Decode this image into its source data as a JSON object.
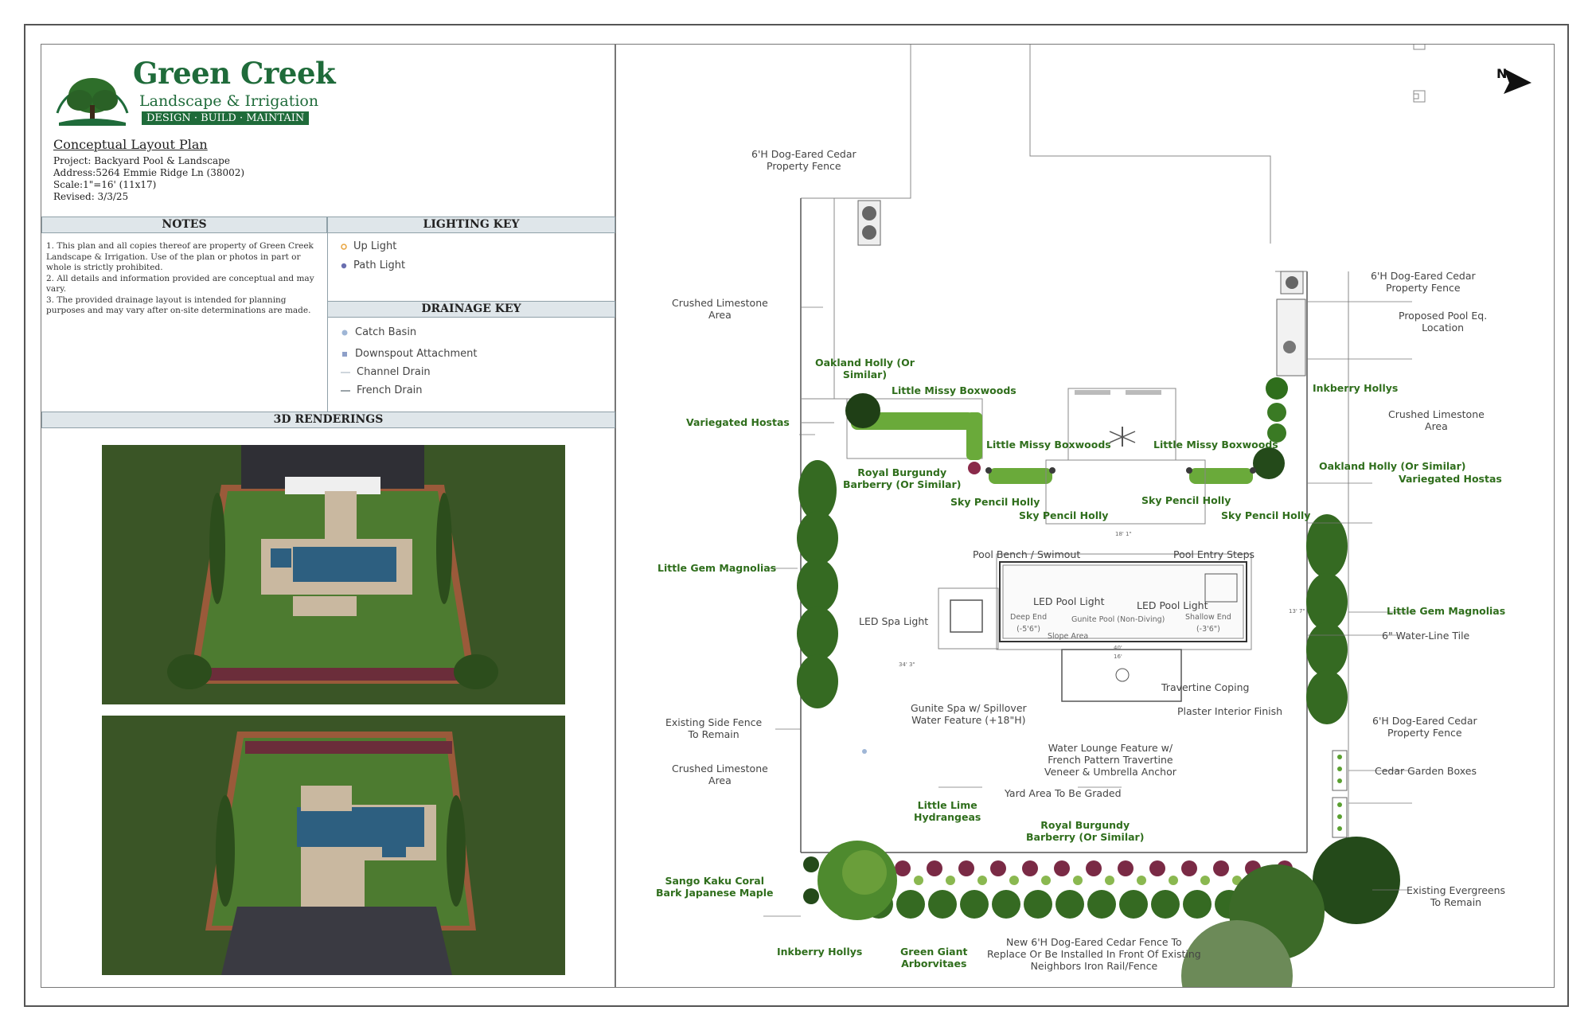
{
  "company": {
    "name": "Green Creek",
    "subtitle": "Landscape & Irrigation",
    "tagline": "DESIGN · BUILD · MAINTAIN"
  },
  "project": {
    "title": "Conceptual Layout Plan",
    "project_line": "Project: Backyard Pool & Landscape",
    "address_line": "Address:5264 Emmie Ridge Ln (38002)",
    "scale_line": "Scale:1\"=16' (11x17)",
    "revised_line": "Revised: 3/3/25"
  },
  "notes": {
    "heading": "NOTES",
    "text": "1. This plan and all copies thereof are property of Green Creek Landscape & Irrigation.  Use of the plan or photos in part or whole is strictly prohibited.\n2. All details and information provided are conceptual and may vary.\n3. The provided drainage layout is intended for planning purposes and may vary after on-site determinations are made."
  },
  "lighting_key": {
    "heading": "LIGHTING KEY",
    "items": [
      {
        "label": "Up Light",
        "color": "#e8a33d"
      },
      {
        "label": "Path Light",
        "color": "#6a6fb0"
      }
    ]
  },
  "drainage_key": {
    "heading": "DRAINAGE KEY",
    "items": [
      {
        "label": "Catch Basin",
        "color": "#9fb6d6"
      },
      {
        "label": "Downspout Attachment",
        "color": "#8ea0c9"
      },
      {
        "label": "Channel Drain",
        "color": "#cfd6dc"
      },
      {
        "label": "French Drain",
        "color": "#9aa3a8"
      }
    ]
  },
  "renderings": {
    "heading": "3D RENDERINGS"
  },
  "plan_labels": {
    "fence_top": "6'H Dog-Eared Cedar\nProperty Fence",
    "crushed_left": "Crushed Limestone\nArea",
    "oakland_left": "Oakland Holly (Or\nSimilar)",
    "missy_top": "Little Missy Boxwoods",
    "hostas_left": "Variegated Hostas",
    "missy_mid_left": "Little Missy Boxwoods",
    "missy_mid_right": "Little Missy Boxwoods",
    "burgundy_top": "Royal Burgundy\nBarberry (Or Similar)",
    "sky_pencil_1": "Sky Pencil Holly",
    "sky_pencil_2": "Sky Pencil Holly",
    "sky_pencil_3": "Sky Pencil Holly",
    "sky_pencil_4": "Sky Pencil Holly",
    "gem_left": "Little Gem Magnolias",
    "pool_bench": "Pool Bench / Swimout",
    "pool_steps": "Pool Entry Steps",
    "led_pool_1": "LED Pool Light",
    "led_pool_2": "LED Pool Light",
    "led_spa": "LED Spa Light",
    "deep_end": "Deep End\n(-5'6\")",
    "gunite_pool": "Gunite Pool (Non-Diving)",
    "shallow_end": "Shallow End\n(-3'6\")",
    "slope_area": "Slope Area",
    "dim_pool_width": "40'",
    "dim_pool_inner": "16'",
    "dim_deck": "18' 1\"",
    "dim_spa": "34' 3\"",
    "dim_right": "13' 7\"",
    "travertine": "Travertine Coping",
    "plaster": "Plaster Interior Finish",
    "gunite_spa": "Gunite Spa w/ Spillover\nWater Feature (+18\"H)",
    "water_lounge": "Water Lounge Feature w/\nFrench Pattern Travertine\nVeneer & Umbrella Anchor",
    "existing_side_fence": "Existing Side Fence\nTo Remain",
    "crushed_left_2": "Crushed Limestone\nArea",
    "yard_graded": "Yard Area To Be Graded",
    "little_lime": "Little Lime\nHydrangeas",
    "burgundy_bottom": "Royal Burgundy\nBarberry (Or Similar)",
    "sango": "Sango Kaku Coral\nBark Japanese Maple",
    "inkberry_bottom": "Inkberry Hollys",
    "green_giant": "Green Giant\nArborvitaes",
    "new_fence": "New 6'H Dog-Eared Cedar Fence To\nReplace Or Be Installed In Front Of Existing\nNeighbors Iron Rail/Fence",
    "fence_right_top": "6'H Dog-Eared Cedar\nProperty Fence",
    "pool_eq": "Proposed Pool Eq.\nLocation",
    "inkberry_right": "Inkberry Hollys",
    "crushed_right": "Crushed Limestone\nArea",
    "oakland_right": "Oakland Holly (Or Similar)",
    "hostas_right": "Variegated Hostas",
    "gem_right": "Little Gem Magnolias",
    "waterline": "6\" Water-Line Tile",
    "fence_right_bottom": "6'H Dog-Eared Cedar\nProperty Fence",
    "cedar_boxes": "Cedar Garden Boxes",
    "existing_evergreens": "Existing Evergreens\nTo Remain",
    "north": "N"
  },
  "colors": {
    "brand_green": "#1f6b3a",
    "plant_label_green": "#2f6e1c",
    "header_fill": "#dfe6ea",
    "turf": "#3f6a2c"
  }
}
